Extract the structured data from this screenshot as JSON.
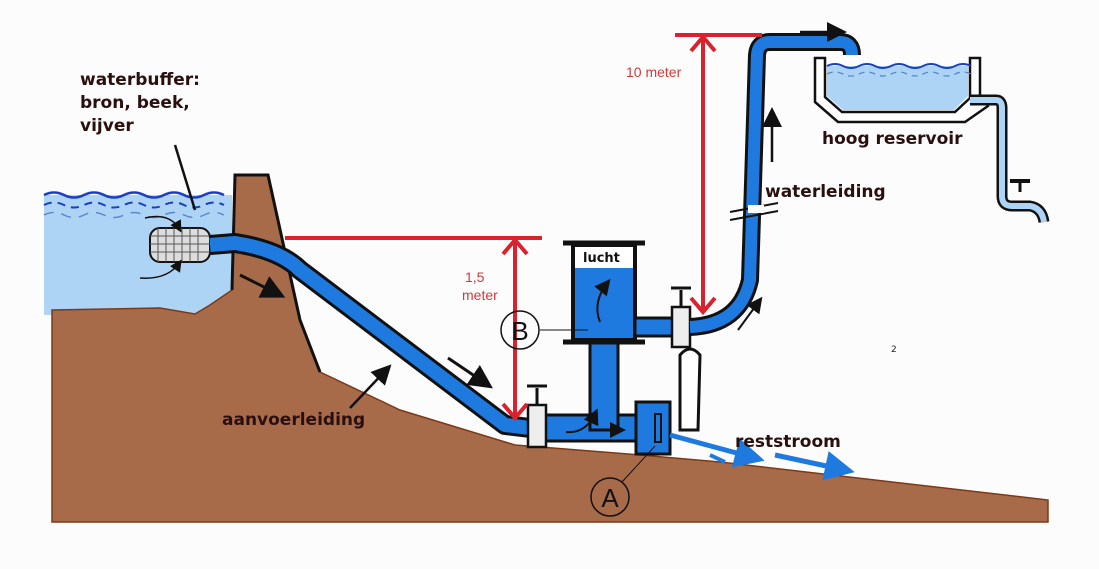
{
  "title": "Hydraulische ram (waterram) schema",
  "labels": {
    "waterbuffer": [
      "waterbuffer:",
      "bron, beek,",
      "vijver"
    ],
    "aanvoerleiding": "aanvoerleiding",
    "lucht": "lucht",
    "waterleiding": "waterleiding",
    "hoog_reservoir": "hoog reservoir",
    "reststroom": "reststroom",
    "marker_a": "A",
    "marker_b": "B",
    "stray_number": "2"
  },
  "measurements": {
    "drop_height": [
      "1,5",
      "meter"
    ],
    "lift_height": "10 meter"
  },
  "colors": {
    "earth": "#a86b4a",
    "water_light": "#aed4f5",
    "pipe_blue": "#1f7ae0",
    "measure_red": "#d8232e",
    "label_dark": "#2a0f0f"
  }
}
